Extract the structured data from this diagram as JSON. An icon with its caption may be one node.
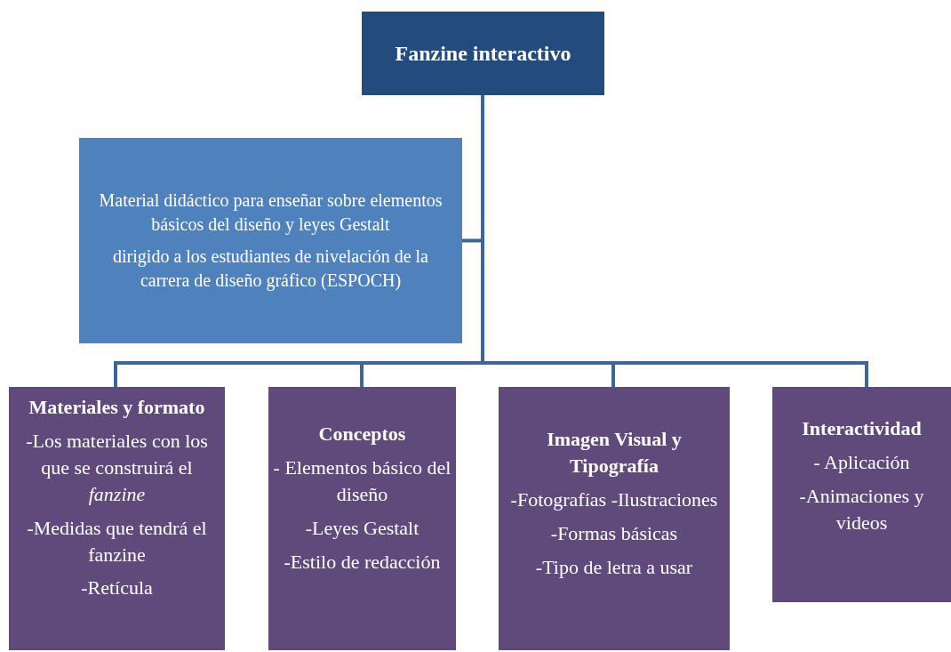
{
  "diagram": {
    "nodes": [
      {
        "text": [
          "Fanzine interactivo"
        ]
      },
      {
        "text": [
          "Material didáctico para enseñar sobre elementos básicos del diseño y leyes Gestalt",
          "dirigido a los estudiantes de nivelación de la carrera de diseño gráfico (ESPOCH)"
        ]
      },
      {
        "text": [
          "Materiales y formato",
          "-Los materiales con los que se construirá el *fanzine*",
          "-Medidas que tendrá el fanzine",
          "-Retícula"
        ]
      },
      {
        "text": [
          "Conceptos",
          "- Elementos básico del diseño",
          "-Leyes Gestalt",
          "-Estilo de redacción"
        ]
      },
      {
        "text": [
          "Imagen Visual y Tipografía",
          "-Fotografías -Ilustraciones",
          "-Formas básicas",
          "-Tipo de letra a usar"
        ]
      },
      {
        "text": [
          "Interactividad",
          "- Aplicación",
          "-Animaciones y videos"
        ]
      }
    ],
    "edges": [
      {
        "from": 0,
        "to": 1,
        "arrow": "none"
      },
      {
        "from": 0,
        "to": 2,
        "arrow": "none"
      },
      {
        "from": 0,
        "to": 3,
        "arrow": "none"
      },
      {
        "from": 0,
        "to": 4,
        "arrow": "none"
      },
      {
        "from": 0,
        "to": 5,
        "arrow": "none"
      }
    ]
  }
}
